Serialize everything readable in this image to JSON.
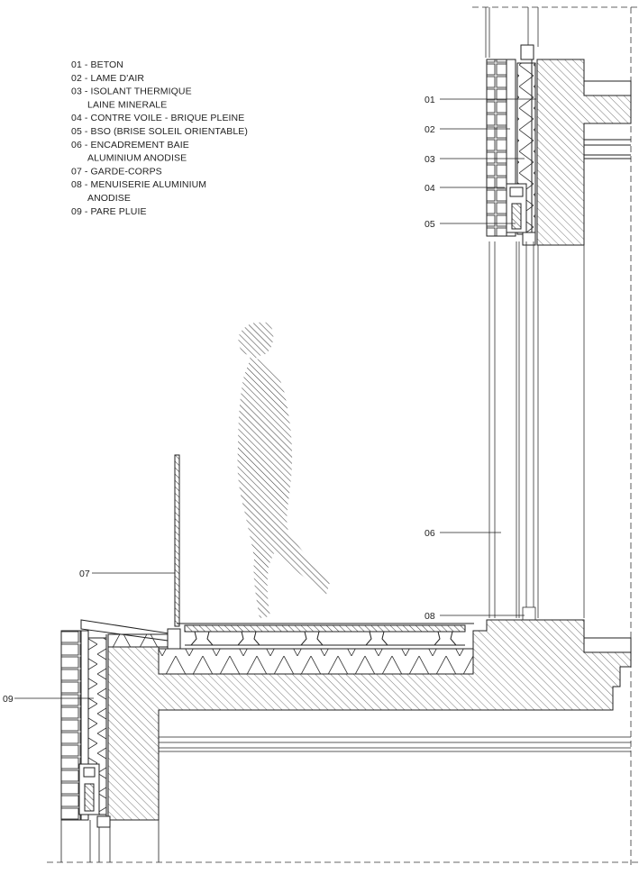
{
  "legend": [
    {
      "lines": [
        "01 - BETON"
      ]
    },
    {
      "lines": [
        "02 - LAME D'AIR"
      ]
    },
    {
      "lines": [
        "03 - ISOLANT THERMIQUE",
        "LAINE MINERALE"
      ]
    },
    {
      "lines": [
        "04 - CONTRE VOILE - BRIQUE PLEINE"
      ]
    },
    {
      "lines": [
        "05 - BSO (BRISE SOLEIL ORIENTABLE)"
      ]
    },
    {
      "lines": [
        "06 - ENCADREMENT BAIE",
        "ALUMINIUM ANODISE"
      ]
    },
    {
      "lines": [
        "07 - GARDE-CORPS"
      ]
    },
    {
      "lines": [
        "08 - MENUISERIE ALUMINIUM",
        "ANODISE"
      ]
    },
    {
      "lines": [
        "09 - PARE PLUIE"
      ]
    }
  ],
  "callouts": [
    "01",
    "02",
    "03",
    "04",
    "05",
    "06",
    "07",
    "08",
    "09"
  ],
  "colors": {
    "line": "#222222",
    "hatch": "#444444",
    "background": "#ffffff"
  }
}
